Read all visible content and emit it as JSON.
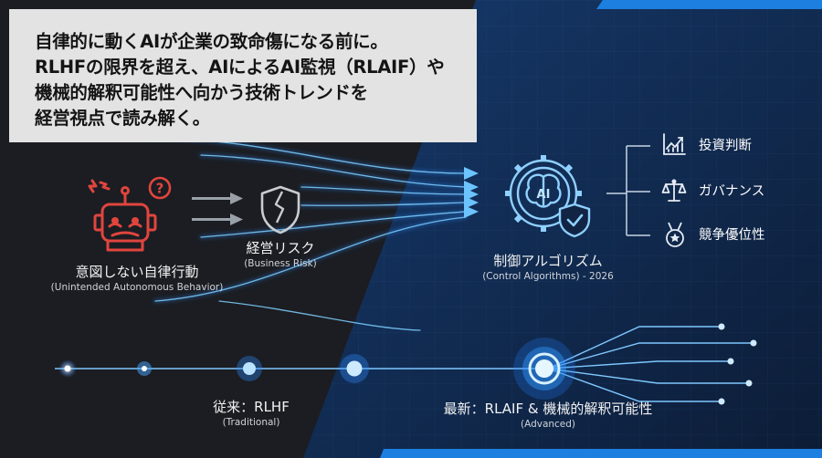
{
  "headline": {
    "lines": [
      "自律的に動くAIが企業の致命傷になる前に。",
      "RLHFの限界を超え、AIによるAI監視（RLAIF）や",
      "機械的解釈可能性へ向かう技術トレンドを",
      "経営視点で読み解く。"
    ]
  },
  "nodes": {
    "behavior": {
      "label": "意図しない自律行動",
      "sublabel": "(Unintended Autonomous Behavior)"
    },
    "risk": {
      "label": "経営リスク",
      "sublabel": "(Business Risk)"
    },
    "control": {
      "label": "制御アルゴリズム",
      "sublabel": "(Control Algorithms) - 2026"
    }
  },
  "outputs": [
    {
      "label": "投資判断",
      "icon": "chart-icon"
    },
    {
      "label": "ガバナンス",
      "icon": "scales-icon"
    },
    {
      "label": "競争優位性",
      "icon": "medal-icon"
    }
  ],
  "timeline": {
    "traditional": {
      "label": "従来：RLHF",
      "sublabel": "(Traditional)"
    },
    "advanced": {
      "label": "最新：RLAIF & 機械的解釈可能性",
      "sublabel": "(Advanced)"
    }
  },
  "colors": {
    "left_bg": "#1b1d22",
    "right_bg": "#112444",
    "accent_glow": "#38a8ff",
    "alert_red": "#e0453e",
    "headline_box": "#e3e3e3"
  }
}
